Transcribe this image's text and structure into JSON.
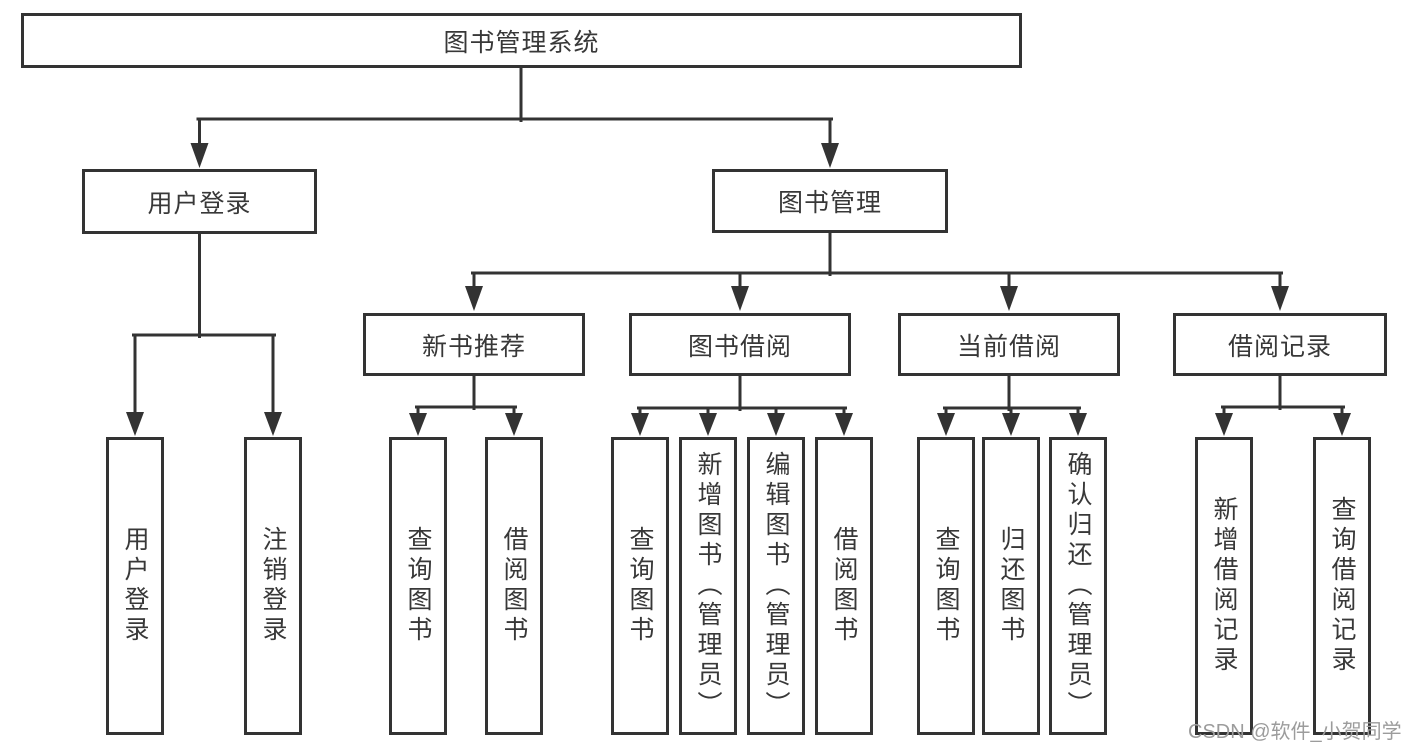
{
  "diagram": {
    "title_node": {
      "label": "图书管理系统"
    },
    "level2": [
      {
        "label": "用户登录"
      },
      {
        "label": "图书管理"
      }
    ],
    "level3": [
      {
        "label": "新书推荐"
      },
      {
        "label": "图书借阅"
      },
      {
        "label": "当前借阅"
      },
      {
        "label": "借阅记录"
      }
    ],
    "leaves": {
      "user_login": [
        {
          "label": "用户登录"
        },
        {
          "label": "注销登录"
        }
      ],
      "new_book_rec": [
        {
          "label": "查询图书"
        },
        {
          "label": "借阅图书"
        }
      ],
      "book_borrow": [
        {
          "label": "查询图书"
        },
        {
          "label": "新增图书（管理员）"
        },
        {
          "label": "编辑图书（管理员）"
        },
        {
          "label": "借阅图书"
        }
      ],
      "current_borrow": [
        {
          "label": "查询图书"
        },
        {
          "label": "归还图书"
        },
        {
          "label": "确认归还（管理员）"
        }
      ],
      "borrow_records": [
        {
          "label": "新增借阅记录"
        },
        {
          "label": "查询借阅记录"
        }
      ]
    },
    "watermark": "CSDN @软件_小贺同学",
    "colors": {
      "line": "#333333",
      "text": "#383838",
      "watermark": "#9c9c9c",
      "background": "#ffffff"
    }
  }
}
